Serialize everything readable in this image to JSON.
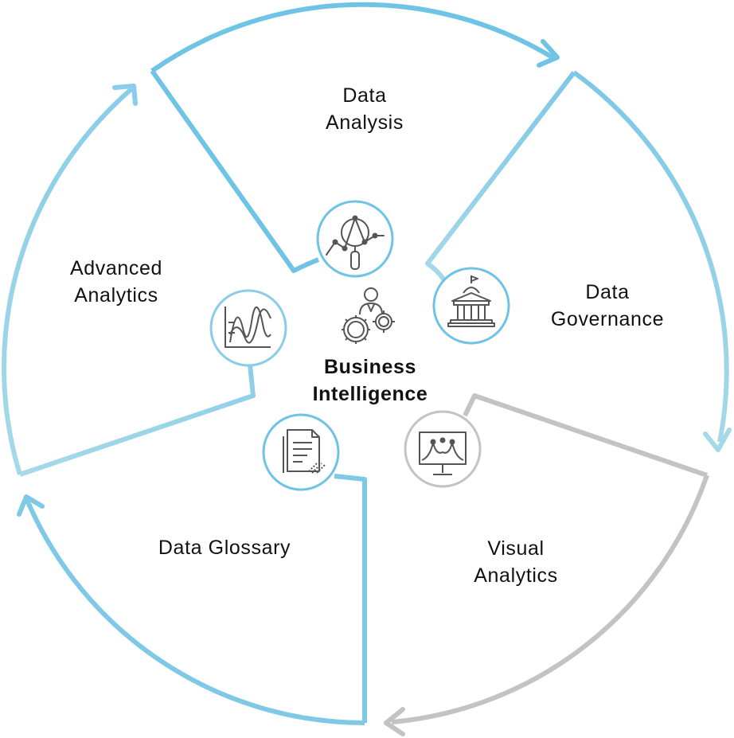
{
  "center": {
    "label_line1": "Business",
    "label_line2": "Intelligence",
    "icon": "businessman-gears-icon"
  },
  "segments": [
    {
      "id": "data-analysis",
      "line1": "Data",
      "line2": "Analysis",
      "icon": "magnifier-chart-icon"
    },
    {
      "id": "data-governance",
      "line1": "Data",
      "line2": "Governance",
      "icon": "government-building-icon"
    },
    {
      "id": "visual-analytics",
      "line1": "Visual",
      "line2": "Analytics",
      "icon": "monitor-chart-icon"
    },
    {
      "id": "data-glossary",
      "line1": "Data Glossary",
      "line2": "",
      "icon": "document-icon"
    },
    {
      "id": "advanced-analytics",
      "line1": "Advanced",
      "line2": "Analytics",
      "icon": "waveform-chart-icon"
    }
  ],
  "colors": {
    "blue": "#6FC3E5",
    "light_blue": "#A6D9E8",
    "gray": "#C3C3C3",
    "icon_gray": "#555555",
    "text": "#111111"
  }
}
